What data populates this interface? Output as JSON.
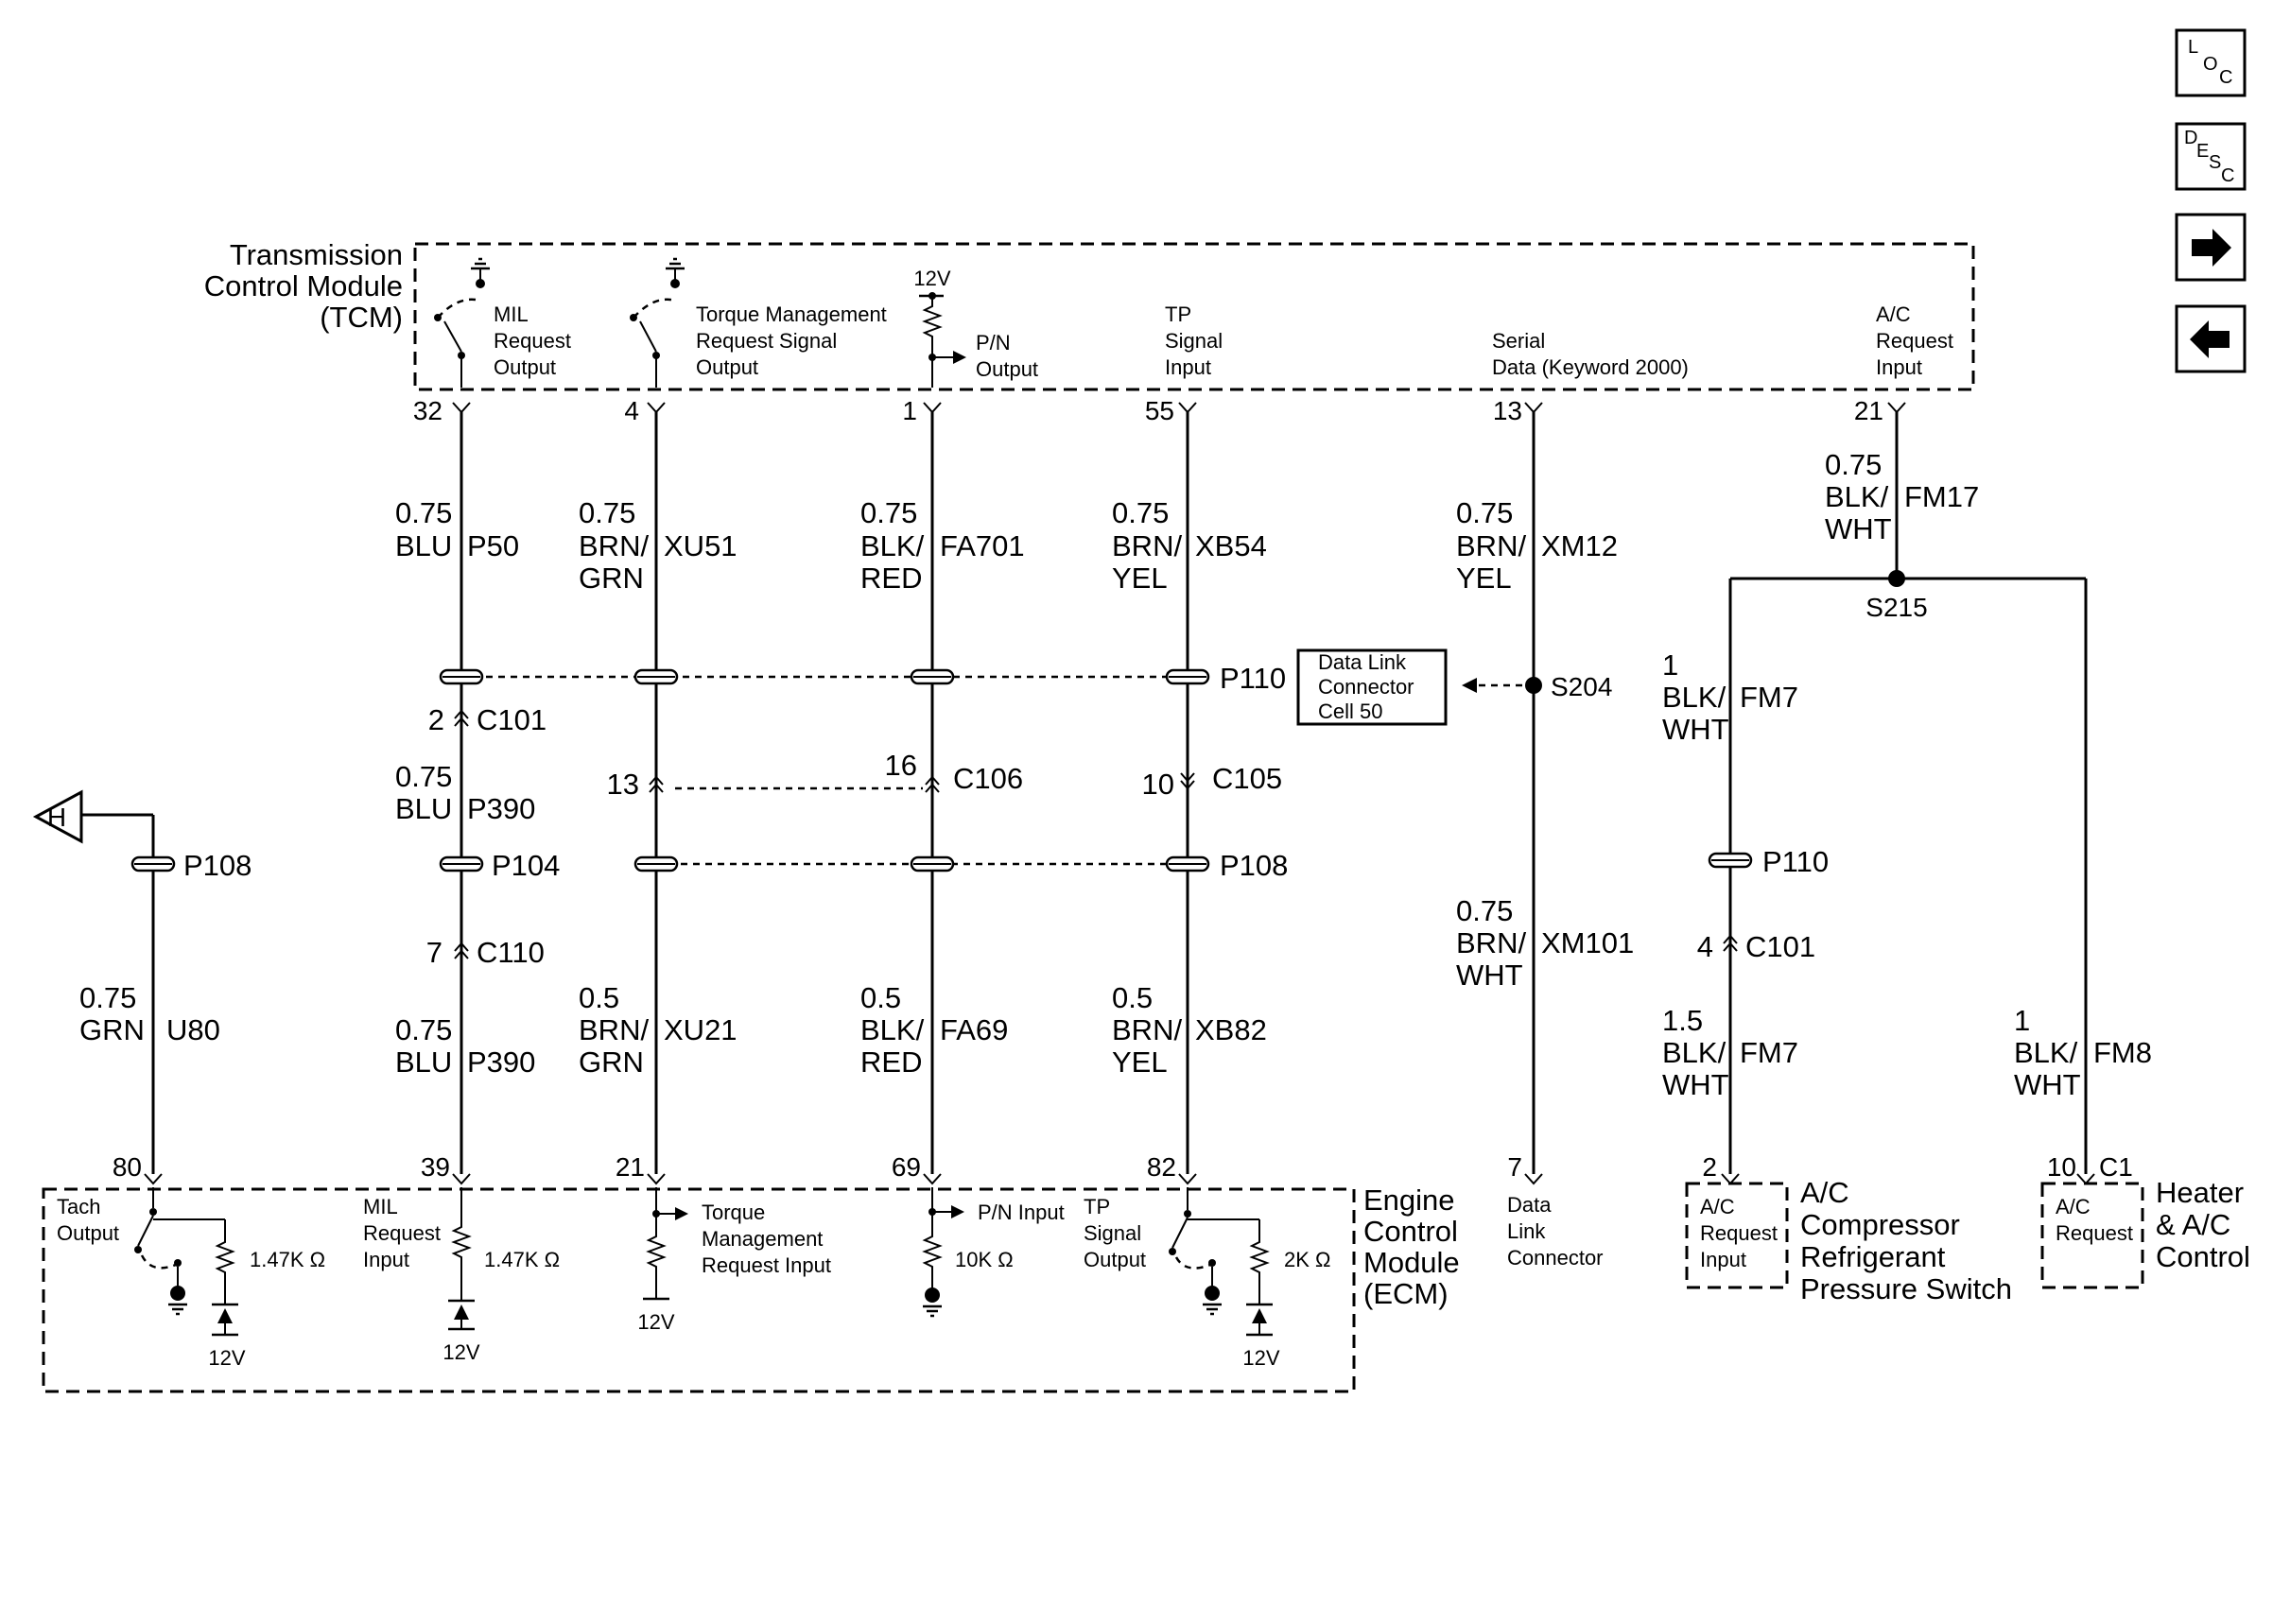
{
  "nav_buttons": {
    "loc": {
      "l1": "L",
      "l2": "O",
      "l3": "C"
    },
    "desc": {
      "l1": "D",
      "l2": "E",
      "l3": "S",
      "l4": "C"
    }
  },
  "modules": {
    "tcm": {
      "line1": "Transmission",
      "line2": "Control Module",
      "line3": "(TCM)"
    },
    "ecm": {
      "line1": "Engine",
      "line2": "Control",
      "line3": "Module",
      "line4": "(ECM)"
    },
    "dlc": {
      "line1": "Data",
      "line2": "Link",
      "line3": "Connector"
    },
    "ac_switch": {
      "line1": "A/C",
      "line2": "Compressor",
      "line3": "Refrigerant",
      "line4": "Pressure Switch"
    },
    "hvac": {
      "line1": "Heater",
      "line2": "& A/C",
      "line3": "Control"
    }
  },
  "tcm_labels": {
    "mil": [
      "MIL",
      "Request",
      "Output"
    ],
    "torque": [
      "Torque Management",
      "Request Signal",
      "Output"
    ],
    "pn_voltage": "12V",
    "pn": [
      "P/N",
      "Output"
    ],
    "tp": [
      "TP",
      "Signal",
      "Input"
    ],
    "serial": [
      "Serial",
      "Data (Keyword 2000)"
    ],
    "ac": [
      "A/C",
      "Request",
      "Input"
    ]
  },
  "tcm_pins": {
    "p1": "32",
    "p2": "4",
    "p3": "1",
    "p4": "55",
    "p5": "13",
    "p6": "21"
  },
  "ecm_labels": {
    "tach": [
      "Tach",
      "Output"
    ],
    "tach_res": "1.47K Ω",
    "mil": [
      "MIL",
      "Request",
      "Input"
    ],
    "mil_res": "1.47K Ω",
    "torque": [
      "Torque",
      "Management",
      "Request Input"
    ],
    "pn": "P/N Input",
    "pn_res": "10K Ω",
    "tp": [
      "TP",
      "Signal",
      "Output"
    ],
    "tp_res": "2K Ω",
    "v12": "12V"
  },
  "ecm_pins": {
    "p1": "80",
    "p2": "39",
    "p3": "21",
    "p4": "69",
    "p5": "82"
  },
  "dlc_pin": "7",
  "upper_wires": {
    "w1": [
      "0.75",
      "BLU",
      "P50"
    ],
    "w2": [
      "0.75",
      "BRN/",
      "GRN",
      "XU51"
    ],
    "w3": [
      "0.75",
      "BLK/",
      "RED",
      "FA701"
    ],
    "w4": [
      "0.75",
      "BRN/",
      "YEL",
      "XB54"
    ],
    "w5": [
      "0.75",
      "BRN/",
      "YEL",
      "XM12"
    ],
    "w6": [
      "0.75",
      "BLK/",
      "WHT",
      "FM17"
    ]
  },
  "mid_wires": {
    "w1": [
      "0.75",
      "BLU",
      "P390"
    ],
    "w2": [
      "0.75",
      "BRN/",
      "WHT",
      "XM101"
    ],
    "w3": [
      "1",
      "BLK/",
      "WHT",
      "FM7"
    ]
  },
  "lower_wires": {
    "tach": [
      "0.75",
      "GRN",
      "U80"
    ],
    "w1": [
      "0.75",
      "BLU",
      "P390"
    ],
    "w2": [
      "0.5",
      "BRN/",
      "GRN",
      "XU21"
    ],
    "w3": [
      "0.5",
      "BLK/",
      "RED",
      "FA69"
    ],
    "w4": [
      "0.5",
      "BRN/",
      "YEL",
      "XB82"
    ],
    "w5": [
      "1.5",
      "BLK/",
      "WHT",
      "FM7"
    ],
    "w6": [
      "1",
      "BLK/",
      "WHT",
      "FM8"
    ]
  },
  "connectors": {
    "p110_a": "P110",
    "p110_b": "P110",
    "p108_a": "P108",
    "p108_b": "P108",
    "p104": "P104",
    "c101_a": {
      "pin": "2",
      "name": "C101"
    },
    "c101_b": {
      "pin": "4",
      "name": "C101"
    },
    "c106": {
      "pin13": "13",
      "pin16": "16",
      "name": "C106"
    },
    "c105": {
      "pin": "10",
      "name": "C105"
    },
    "c110": {
      "pin": "7",
      "name": "C110"
    },
    "c1": {
      "pin": "10",
      "name": "C1"
    },
    "ac_sw_pin": "2"
  },
  "splices": {
    "s204": "S204",
    "s215": "S215"
  },
  "dlc_box": [
    "Data Link",
    "Connector",
    "Cell 50"
  ],
  "offpage": {
    "label": "H"
  },
  "ac_switch_box": [
    "A/C",
    "Request",
    "Input"
  ],
  "hvac_box": [
    "A/C",
    "Request"
  ]
}
